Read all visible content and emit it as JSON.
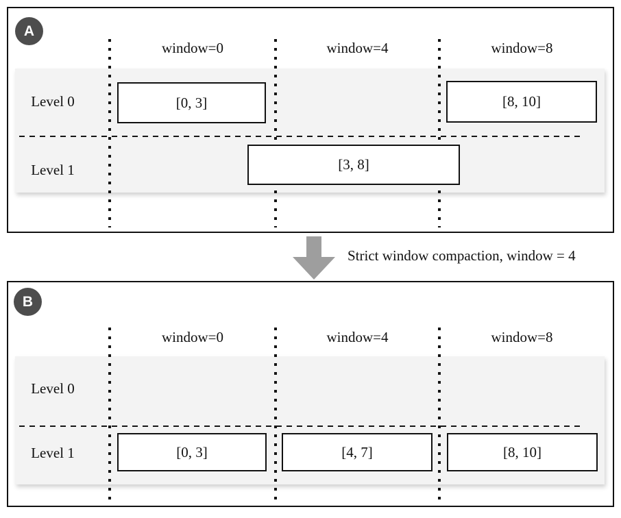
{
  "diagram": {
    "panels": [
      {
        "badge": "A",
        "window_labels": [
          "window=0",
          "window=4",
          "window=8"
        ],
        "levels": [
          {
            "label": "Level 0",
            "boxes": [
              "[0, 3]",
              "[8, 10]"
            ]
          },
          {
            "label": "Level 1",
            "boxes": [
              "[3, 8]"
            ]
          }
        ]
      },
      {
        "badge": "B",
        "window_labels": [
          "window=0",
          "window=4",
          "window=8"
        ],
        "levels": [
          {
            "label": "Level 0",
            "boxes": []
          },
          {
            "label": "Level 1",
            "boxes": [
              "[0, 3]",
              "[4, 7]",
              "[8, 10]"
            ]
          }
        ]
      }
    ],
    "transition": {
      "label": "Strict window compaction, window = 4"
    },
    "colors": {
      "row_band": "#f3f3f3",
      "badge_background": "#4d4d4d",
      "arrow": "#9e9e9e",
      "line": "#141414"
    }
  }
}
